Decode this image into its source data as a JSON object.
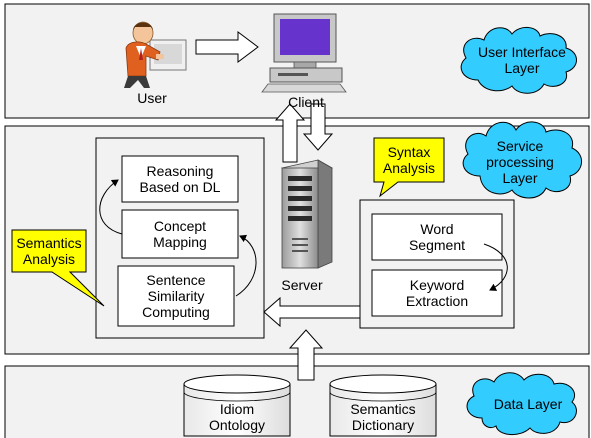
{
  "layers": {
    "ui": "User Interface Layer",
    "service": "Service processing Layer",
    "data": "Data Layer"
  },
  "actors": {
    "user": "User",
    "client": "Client",
    "server": "Server"
  },
  "modules": {
    "reasoning": [
      "Reasoning",
      "Based on DL"
    ],
    "concept": [
      "Concept",
      "Mapping"
    ],
    "sentence": [
      "Sentence",
      "Similarity",
      "Computing"
    ],
    "word": [
      "Word",
      "Segment"
    ],
    "keyword": [
      "Keyword",
      "Extraction"
    ]
  },
  "callouts": {
    "syntax": [
      "Syntax",
      "Analysis"
    ],
    "semantics": [
      "Semantics",
      "Analysis"
    ]
  },
  "cloud_labels": {
    "ui": [
      "User Interface",
      "Layer"
    ],
    "service": [
      "Service",
      "processing",
      "Layer"
    ],
    "data": [
      "Data Layer"
    ]
  },
  "databases": {
    "idiom": [
      "Idiom",
      "Ontology"
    ],
    "semantics": [
      "Semantics",
      "Dictionary"
    ]
  },
  "colors": {
    "layer_fill": "#f2f2f2",
    "cloud_fill": "#33ccff",
    "callout_fill": "#ffff00",
    "monitor_screen": "#6633cc"
  }
}
